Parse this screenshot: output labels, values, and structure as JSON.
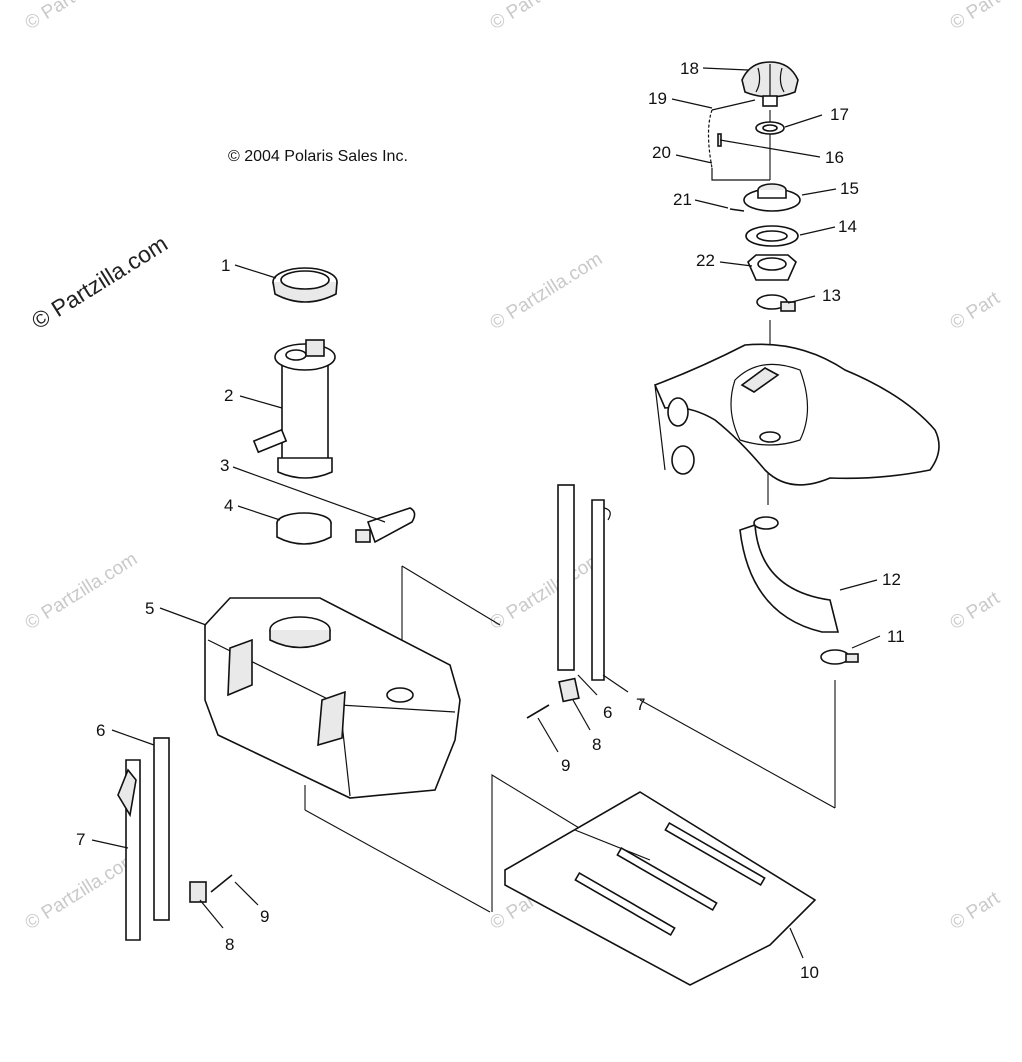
{
  "copyright": "© 2004 Polaris Sales Inc.",
  "watermark_main": "© Partzilla.com",
  "watermark_tile": "© Partzilla.com",
  "watermark_edge": "© Part",
  "callouts": {
    "c1": "1",
    "c2": "2",
    "c3": "3",
    "c4": "4",
    "c5": "5",
    "c6a": "6",
    "c6b": "6",
    "c7a": "7",
    "c7b": "7",
    "c8a": "8",
    "c8b": "8",
    "c9a": "9",
    "c9b": "9",
    "c10": "10",
    "c11": "11",
    "c12": "12",
    "c13": "13",
    "c14": "14",
    "c15": "15",
    "c16": "16",
    "c17": "17",
    "c18": "18",
    "c19": "19",
    "c20": "20",
    "c21": "21",
    "c22": "22"
  }
}
